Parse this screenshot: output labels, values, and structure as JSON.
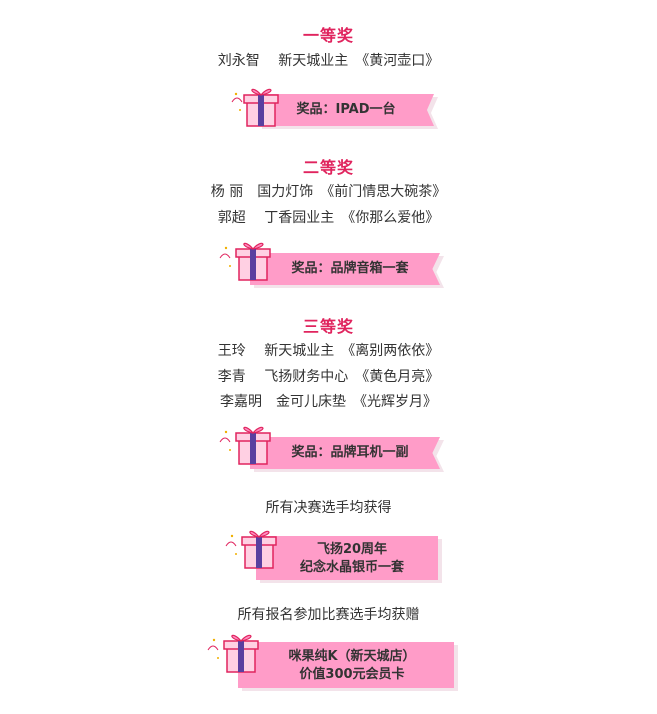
{
  "sections": [
    {
      "title": "一等奖",
      "winners": [
        "刘永智　 新天城业主　《黄河壶口》"
      ],
      "prize_label": "奖品：IPAD一台"
    },
    {
      "title": "二等奖",
      "winners": [
        "杨 丽　国力灯饰　《前门情思大碗茶》",
        "郭超　 丁香园业主　《你那么爱他》"
      ],
      "prize_label": "奖品：品牌音箱一套"
    },
    {
      "title": "三等奖",
      "winners": [
        "王玲　 新天城业主　《离别两依依》",
        "李青　 飞扬财务中心　《黄色月亮》",
        "李嘉明　金可儿床垫　《光辉岁月》"
      ],
      "prize_label": "奖品：品牌耳机一副"
    }
  ],
  "finalists": {
    "note": "所有决赛选手均获得",
    "gift_lines": [
      "飞扬20周年",
      "纪念水晶银币一套"
    ]
  },
  "registrants": {
    "note": "所有报名参加比赛选手均获赠",
    "gift_lines": [
      "咪果纯K（新天城店）",
      "价值300元会员卡"
    ]
  },
  "colors": {
    "title": "#e0245e",
    "ribbon": "#ff9cc8",
    "text": "#333333"
  },
  "icons": [
    "gift-box-icon"
  ]
}
